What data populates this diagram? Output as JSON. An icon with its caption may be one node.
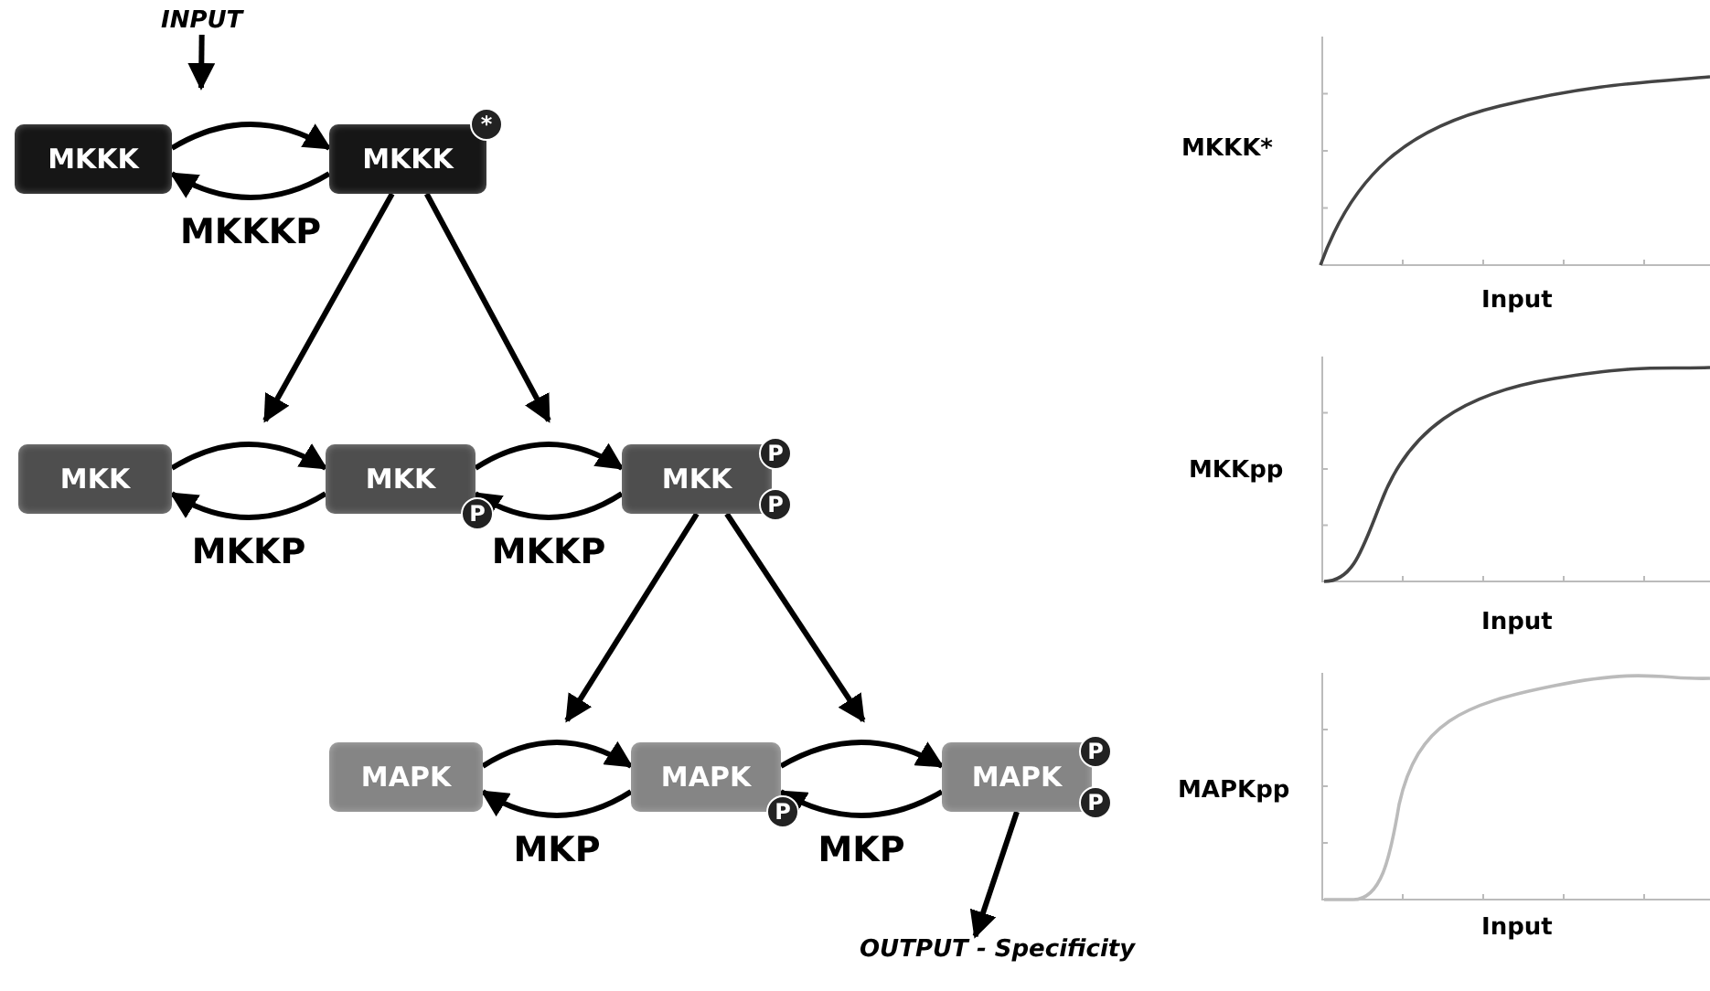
{
  "diagram": {
    "nodes": [
      {
        "text": [
          "MKKK"
        ]
      },
      {
        "text": [
          "MKKK",
          "*"
        ]
      },
      {
        "text": [
          "MKK"
        ]
      },
      {
        "text": [
          "MKK",
          "P"
        ]
      },
      {
        "text": [
          "MKK",
          "P",
          "P"
        ]
      },
      {
        "text": [
          "MAPK"
        ]
      },
      {
        "text": [
          "MAPK",
          "P"
        ]
      },
      {
        "text": [
          "MAPK",
          "P",
          "P"
        ]
      },
      {
        "text": [
          "INPUT"
        ]
      },
      {
        "text": [
          "OUTPUT - Specificity"
        ]
      }
    ],
    "edges": [
      {
        "from": 0,
        "to": 1,
        "arrow": "to"
      },
      {
        "from": 1,
        "to": 0,
        "arrow": "to",
        "label": "MKKKP"
      },
      {
        "from": 2,
        "to": 3,
        "arrow": "to"
      },
      {
        "from": 3,
        "to": 2,
        "arrow": "to",
        "label": "MKKP"
      },
      {
        "from": 3,
        "to": 4,
        "arrow": "to"
      },
      {
        "from": 4,
        "to": 3,
        "arrow": "to",
        "label": "MKKP"
      },
      {
        "from": 5,
        "to": 6,
        "arrow": "to"
      },
      {
        "from": 6,
        "to": 5,
        "arrow": "to",
        "label": "MKP"
      },
      {
        "from": 6,
        "to": 7,
        "arrow": "to"
      },
      {
        "from": 7,
        "to": 6,
        "arrow": "to",
        "label": "MKP"
      },
      {
        "from": 8,
        "to": null,
        "arrow": "to"
      },
      {
        "from": 1,
        "to": null,
        "arrow": "to"
      },
      {
        "from": 1,
        "to": null,
        "arrow": "to"
      },
      {
        "from": 4,
        "to": null,
        "arrow": "to"
      },
      {
        "from": 4,
        "to": null,
        "arrow": "to"
      },
      {
        "from": 7,
        "to": 9,
        "arrow": "to"
      }
    ],
    "labels": [
      "MKKK*",
      "Input",
      "MKKpp",
      "Input",
      "MAPKpp",
      "Input"
    ]
  }
}
